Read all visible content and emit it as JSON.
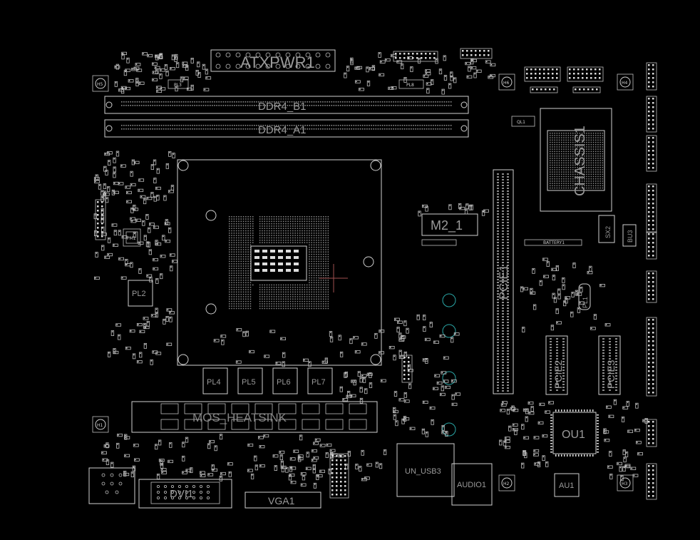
{
  "labels": {
    "atxpwr": "ATXPWR1",
    "ddr_b": "DDR4_B1",
    "ddr_a": "DDR4_A1",
    "m2": "M2_1",
    "battery": "BATTERY1",
    "pcie1": "PCIE1",
    "pcie2": "PCIE2",
    "pcie3": "PCIE3",
    "chipset": "CHASSIS1",
    "sx2": "SX2",
    "bu3": "BU3",
    "ou1": "OU1",
    "au1": "AU1",
    "audio": "AUDIO1",
    "dvi": "DVI1",
    "vga": "VGA1",
    "usb": "UN_USB3",
    "heatsink": "MOS_HEATSINK",
    "pl1": "PL1",
    "pl2": "PL2",
    "pl3": "PL3",
    "pl4": "PL4",
    "pl5": "PL5",
    "pl6": "PL6",
    "pl7": "PL7",
    "pl8": "PL8",
    "ql1": "QL1",
    "h1": "H1",
    "h2": "H2",
    "h3": "H3",
    "h4": "H4",
    "h5": "H5",
    "h6": "H6",
    "pm1": "PM1",
    "pq_small": "PQ"
  }
}
